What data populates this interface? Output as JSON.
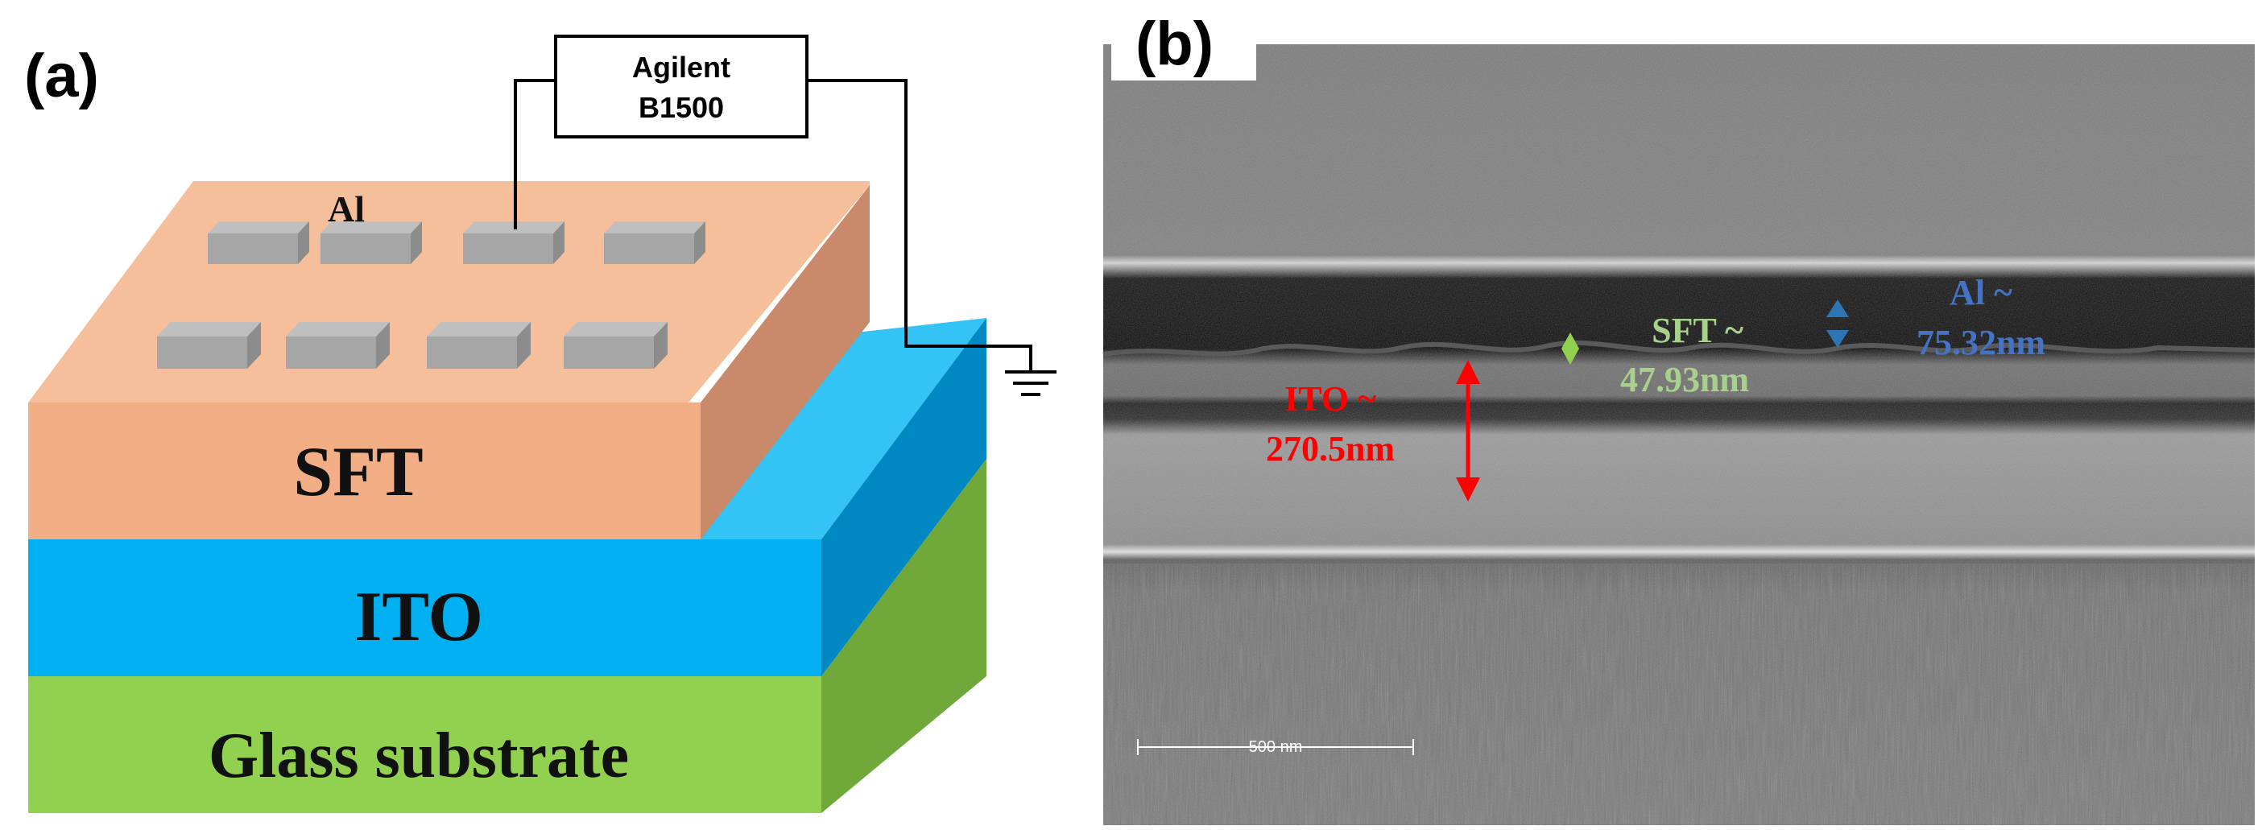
{
  "panel_a": {
    "label": "(a)",
    "instrument_line1": "Agilent",
    "instrument_line2": "B1500",
    "electrode_label": "Al",
    "layers": {
      "sft": "SFT",
      "ito": "ITO",
      "glass": "Glass substrate"
    },
    "colors": {
      "sft_front": "#f2ae84",
      "sft_top": "#f5bf9c",
      "sft_side": "#c9896b",
      "ito_front": "#00b0f0",
      "ito_top": "#33c4f5",
      "ito_side": "#0088c2",
      "glass_front": "#92d050",
      "glass_side": "#70a83a",
      "pad_top": "#a6a6a6",
      "pad_side": "#8c8c8c"
    }
  },
  "panel_b": {
    "label": "(b)",
    "scale_bar_label": "500 nm",
    "measurements": {
      "ito_line1": "ITO ~",
      "ito_line2": "270.5nm",
      "sft_line1": "SFT ~",
      "sft_line2": "47.93nm",
      "al_line1": "Al ~",
      "al_line2": "75.32nm"
    },
    "colors": {
      "ito": "#ff0000",
      "sft": "#a9d18e",
      "al": "#4472c4",
      "sft_arrow": "#92d050",
      "al_arrow": "#2e75b6"
    }
  }
}
